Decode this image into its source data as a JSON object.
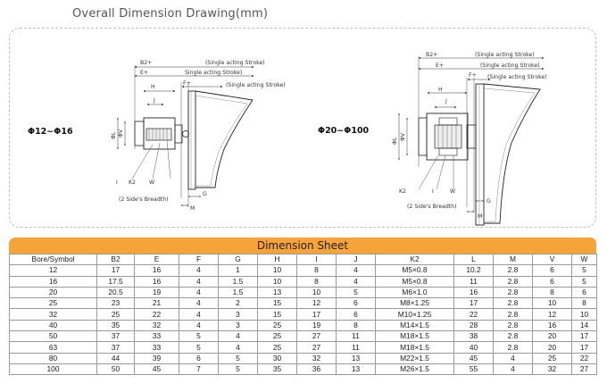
{
  "page": {
    "title": "Overall Dimension Drawing(mm)"
  },
  "drawing": {
    "left": {
      "range_label": "Φ12~Φ16",
      "b2_label": "B2+",
      "e_label": "E+",
      "h_label": "H",
      "f_label": "F+",
      "j_label": "J",
      "l_label": "ΦL",
      "v_label": "ΦV",
      "g_label": "G",
      "m_label": "M",
      "i_label": "I",
      "k2_label": "K2",
      "w_label": "W",
      "stroke_b2": "(Single acting Stroke)",
      "stroke_e": "Single acting Stroke)",
      "stroke_f": "(Single acting Stroke)",
      "breadth_note": "(2 Side's Breadth)"
    },
    "right": {
      "range_label": "Φ20~Φ100",
      "b2_label": "B2+",
      "e_label": "E+",
      "h_label": "H",
      "f_label": "F+",
      "j_label": "J",
      "l_label": "ΦL",
      "v_label": "ΦV",
      "g_label": "G",
      "m_label": "M",
      "i_label": "I",
      "k2_label": "K2",
      "w_label": "W",
      "stroke_b2": "(Single acting Stroke)",
      "stroke_e": "(Single acting Stroke)",
      "stroke_f": "(Single acting Stroke)",
      "breadth_note": "(2 Side's Breadth)"
    }
  },
  "sheet": {
    "title": "Dimension Sheet",
    "headers": [
      "Bore/Symbol",
      "B2",
      "E",
      "F",
      "G",
      "H",
      "I",
      "J",
      "K2",
      "L",
      "M",
      "V",
      "W"
    ],
    "rows": [
      [
        "12",
        "17",
        "16",
        "4",
        "1",
        "10",
        "8",
        "4",
        "M5×0.8",
        "10.2",
        "2.8",
        "6",
        "5"
      ],
      [
        "16",
        "17.5",
        "16",
        "4",
        "1.5",
        "10",
        "8",
        "4",
        "M5×0.8",
        "11",
        "2.8",
        "6",
        "5"
      ],
      [
        "20",
        "20.5",
        "19",
        "4",
        "1.5",
        "13",
        "10",
        "5",
        "M6×1.0",
        "16",
        "2.8",
        "8",
        "6"
      ],
      [
        "25",
        "23",
        "21",
        "4",
        "2",
        "15",
        "12",
        "6",
        "M8×1.25",
        "17",
        "2.8",
        "10",
        "8"
      ],
      [
        "32",
        "25",
        "22",
        "4",
        "3",
        "15",
        "17",
        "6",
        "M10×1.25",
        "22",
        "2.8",
        "12",
        "10"
      ],
      [
        "40",
        "35",
        "32",
        "4",
        "3",
        "25",
        "19",
        "8",
        "M14×1.5",
        "28",
        "2.8",
        "16",
        "14"
      ],
      [
        "50",
        "37",
        "33",
        "5",
        "4",
        "25",
        "27",
        "11",
        "M18×1.5",
        "38",
        "2.8",
        "20",
        "17"
      ],
      [
        "63",
        "37",
        "33",
        "5",
        "4",
        "25",
        "27",
        "11",
        "M18×1.5",
        "40",
        "2.8",
        "20",
        "17"
      ],
      [
        "80",
        "44",
        "39",
        "6",
        "5",
        "30",
        "32",
        "13",
        "M22×1.5",
        "45",
        "4",
        "25",
        "22"
      ],
      [
        "100",
        "50",
        "45",
        "7",
        "5",
        "35",
        "36",
        "13",
        "M26×1.5",
        "55",
        "4",
        "32",
        "27"
      ]
    ]
  }
}
